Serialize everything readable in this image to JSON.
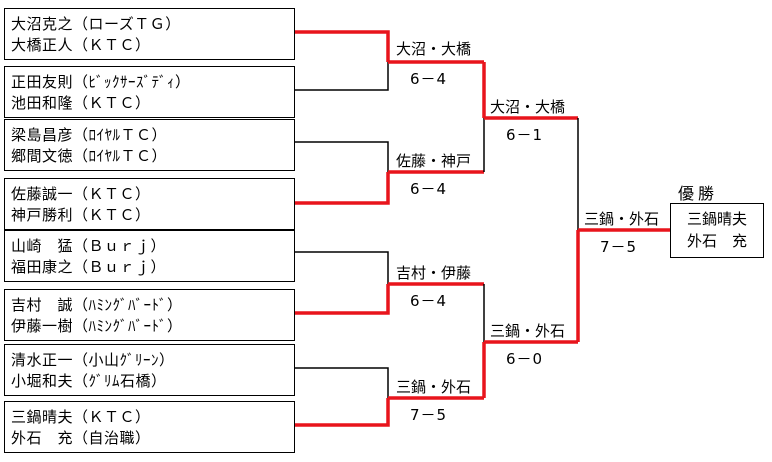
{
  "entries": [
    {
      "p1": "大沼克之（ローズＴＧ）",
      "p2": "大橋正人（ＫＴＣ）"
    },
    {
      "p1": "正田友則（ﾋﾞｯｸｻｰｽﾞﾃﾞｨ）",
      "p2": "池田和隆（ＫＴＣ）"
    },
    {
      "p1": "梁島昌彦（ﾛｲﾔﾙＴＣ）",
      "p2": "郷間文徳（ﾛｲﾔﾙＴＣ）"
    },
    {
      "p1": "佐藤誠一（ＫＴＣ）",
      "p2": "神戸勝利（ＫＴＣ）"
    },
    {
      "p1": "山崎　猛（Ｂｕｒｊ）",
      "p2": "福田康之（Ｂｕｒｊ）"
    },
    {
      "p1": "吉村　誠（ﾊﾐﾝｸﾞﾊﾞｰﾄﾞ）",
      "p2": "伊藤一樹（ﾊﾐﾝｸﾞﾊﾞｰﾄﾞ）"
    },
    {
      "p1": "清水正一（小山ｸﾞﾘｰﾝ）",
      "p2": "小堀和夫（ｸﾞﾘﾑ石橋）"
    },
    {
      "p1": "三鍋晴夫（ＫＴＣ）",
      "p2": "外石　充（自治職）"
    }
  ],
  "round1": [
    {
      "winner": "大沼・大橋",
      "score": "6－4"
    },
    {
      "winner": "佐藤・神戸",
      "score": "6－4"
    },
    {
      "winner": "吉村・伊藤",
      "score": "6－4"
    },
    {
      "winner": "三鍋・外石",
      "score": "7－5"
    }
  ],
  "round2": [
    {
      "winner": "大沼・大橋",
      "score": "6－1"
    },
    {
      "winner": "三鍋・外石",
      "score": "6－0"
    }
  ],
  "final": {
    "winner": "三鍋・外石",
    "score": "7－5"
  },
  "champion": {
    "title": "優勝",
    "line1": "三鍋晴夫",
    "line2": "外石　充"
  },
  "colors": {
    "win_line": "#e8141c",
    "line": "#000000"
  }
}
